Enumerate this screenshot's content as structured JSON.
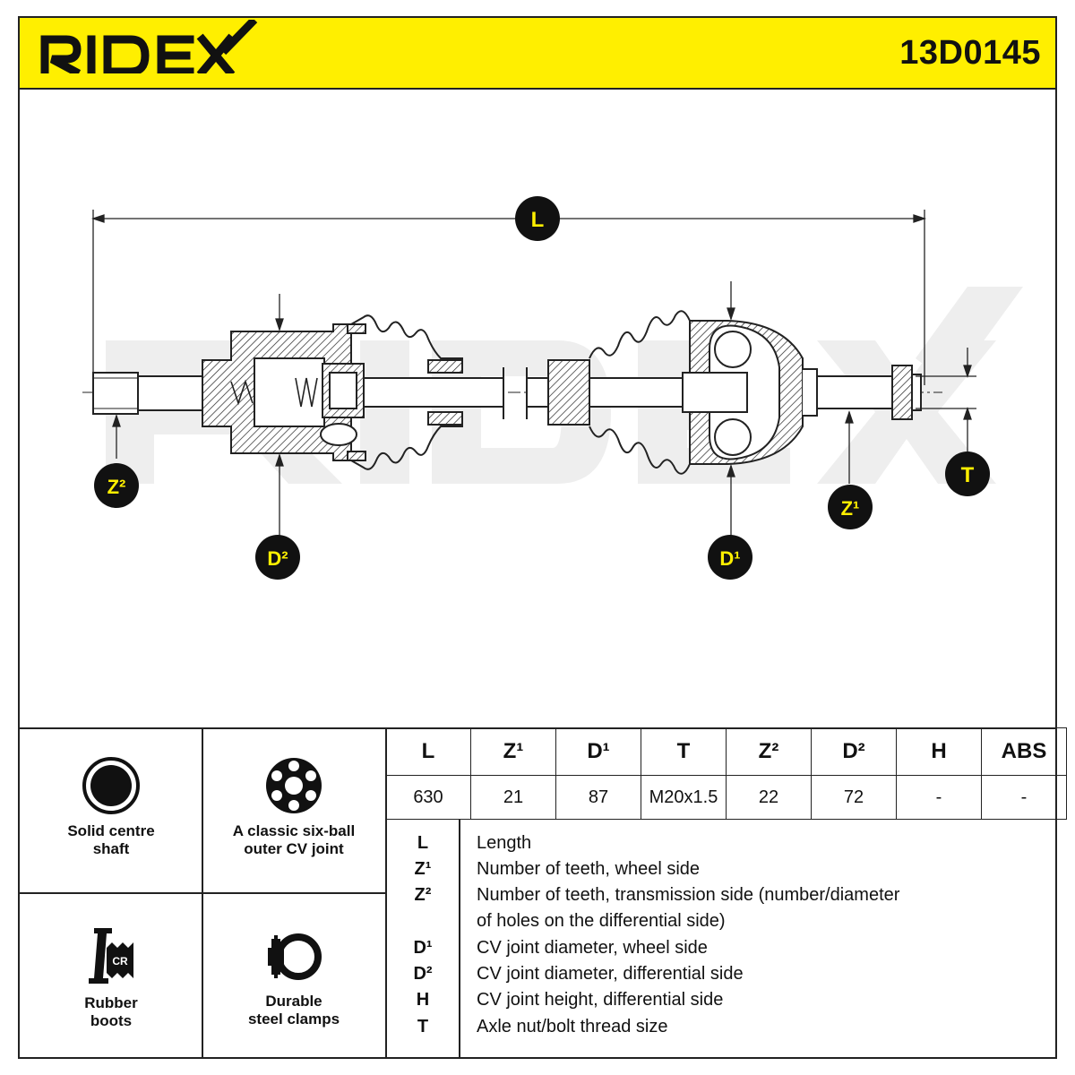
{
  "header": {
    "brand": "RIDEX",
    "part_number": "13D0145",
    "accent_color": "#ffef00"
  },
  "diagram": {
    "watermark": "RIDEX",
    "labels": {
      "L": "L",
      "Z1": "Z¹",
      "Z2": "Z²",
      "D1": "D¹",
      "D2": "D²",
      "T": "T"
    },
    "label_fill": "#111111",
    "label_text_color": "#ffef00"
  },
  "features": [
    {
      "label_line1": "Solid centre",
      "label_line2": "shaft",
      "icon": "solid-shaft-icon"
    },
    {
      "label_line1": "A classic six-ball",
      "label_line2": "outer CV joint",
      "icon": "six-ball-joint-icon"
    },
    {
      "label_line1": "Rubber",
      "label_line2": "boots",
      "icon": "rubber-boot-cr-icon",
      "badge": "CR"
    },
    {
      "label_line1": "Durable",
      "label_line2": "steel clamps",
      "icon": "steel-clamp-icon"
    }
  ],
  "spec_table": {
    "headers": [
      "L",
      "Z¹",
      "D¹",
      "T",
      "Z²",
      "D²",
      "H",
      "ABS"
    ],
    "values": [
      "630",
      "21",
      "87",
      "M20x1.5",
      "22",
      "72",
      "-",
      "-"
    ]
  },
  "legend": [
    {
      "symbol": "L",
      "text": "Length"
    },
    {
      "symbol": "Z¹",
      "text": "Number of teeth, wheel side"
    },
    {
      "symbol": "Z²",
      "text": "Number of teeth, transmission side (number/diameter"
    },
    {
      "symbol": "",
      "text": "of holes on the differential side)"
    },
    {
      "symbol": "D¹",
      "text": "CV joint diameter, wheel side"
    },
    {
      "symbol": "D²",
      "text": "CV joint diameter, differential side"
    },
    {
      "symbol": "H",
      "text": "CV joint height, differential side"
    },
    {
      "symbol": "T",
      "text": "Axle nut/bolt thread size"
    }
  ]
}
